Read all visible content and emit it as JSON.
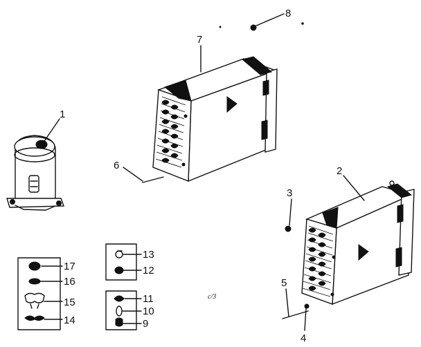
{
  "callouts": {
    "c1": "1",
    "c2": "2",
    "c3": "3",
    "c4": "4",
    "c5": "5",
    "c6": "6",
    "c7": "7",
    "c8": "8",
    "c9": "9",
    "c10": "10",
    "c11": "11",
    "c12": "12",
    "c13": "13",
    "c14": "14",
    "c15": "15",
    "c16": "16",
    "c17": "17"
  },
  "diagram_code": "c/3"
}
